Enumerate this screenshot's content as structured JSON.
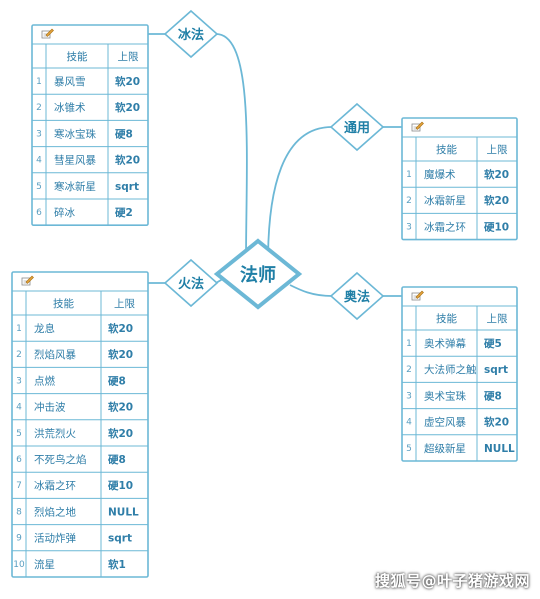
{
  "center": {
    "label": "法师"
  },
  "branches": [
    {
      "name": "冰法",
      "headers": [
        "技能",
        "上限"
      ],
      "rows": [
        [
          "1",
          "暴风雪",
          "软20"
        ],
        [
          "2",
          "冰锥术",
          "软20"
        ],
        [
          "3",
          "寒冰宝珠",
          "硬8"
        ],
        [
          "4",
          "彗星风暴",
          "软20"
        ],
        [
          "5",
          "寒冰新星",
          "sqrt"
        ],
        [
          "6",
          "碎冰",
          "硬2"
        ]
      ]
    },
    {
      "name": "通用",
      "headers": [
        "技能",
        "上限"
      ],
      "rows": [
        [
          "1",
          "魔爆术",
          "软20"
        ],
        [
          "2",
          "冰霜新星",
          "软20"
        ],
        [
          "3",
          "冰霜之环",
          "硬10"
        ]
      ]
    },
    {
      "name": "火法",
      "headers": [
        "技能",
        "上限"
      ],
      "rows": [
        [
          "1",
          "龙息",
          "软20"
        ],
        [
          "2",
          "烈焰风暴",
          "软20"
        ],
        [
          "3",
          "点燃",
          "硬8"
        ],
        [
          "4",
          "冲击波",
          "软20"
        ],
        [
          "5",
          "洪荒烈火",
          "软20"
        ],
        [
          "6",
          "不死鸟之焰",
          "硬8"
        ],
        [
          "7",
          "冰霜之环",
          "硬10"
        ],
        [
          "8",
          "烈焰之地",
          "NULL"
        ],
        [
          "9",
          "活动炸弹",
          "sqrt"
        ],
        [
          "10",
          "流星",
          "软1"
        ]
      ]
    },
    {
      "name": "奥法",
      "headers": [
        "技能",
        "上限"
      ],
      "rows": [
        [
          "1",
          "奥术弹幕",
          "硬5"
        ],
        [
          "2",
          "大法师之触",
          "sqrt"
        ],
        [
          "3",
          "奥术宝珠",
          "硬8"
        ],
        [
          "4",
          "虚空风暴",
          "软20"
        ],
        [
          "5",
          "超级新星",
          "NULL"
        ]
      ]
    }
  ],
  "watermark": "搜狐号@叶子猪游戏网",
  "icon": "note-edit-icon"
}
